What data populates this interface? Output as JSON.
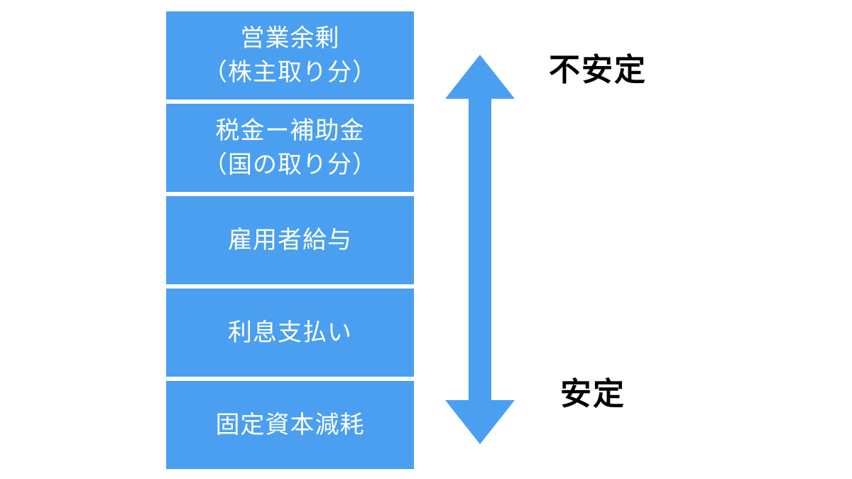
{
  "colors": {
    "background": "#ffffff",
    "box-fill": "#4a9ff0",
    "box-text": "#ffffff",
    "arrow-fill": "#4a9ff0",
    "label-text": "#000000"
  },
  "boxes": [
    {
      "lines": [
        "営業余剰",
        "（株主取り分）"
      ]
    },
    {
      "lines": [
        "税金ー補助金",
        "（国の取り分）"
      ]
    },
    {
      "lines": [
        "雇用者給与"
      ]
    },
    {
      "lines": [
        "利息支払い"
      ]
    },
    {
      "lines": [
        "固定資本減耗"
      ]
    }
  ],
  "arrow": {
    "top_label": "不安定",
    "bottom_label": "安定"
  }
}
